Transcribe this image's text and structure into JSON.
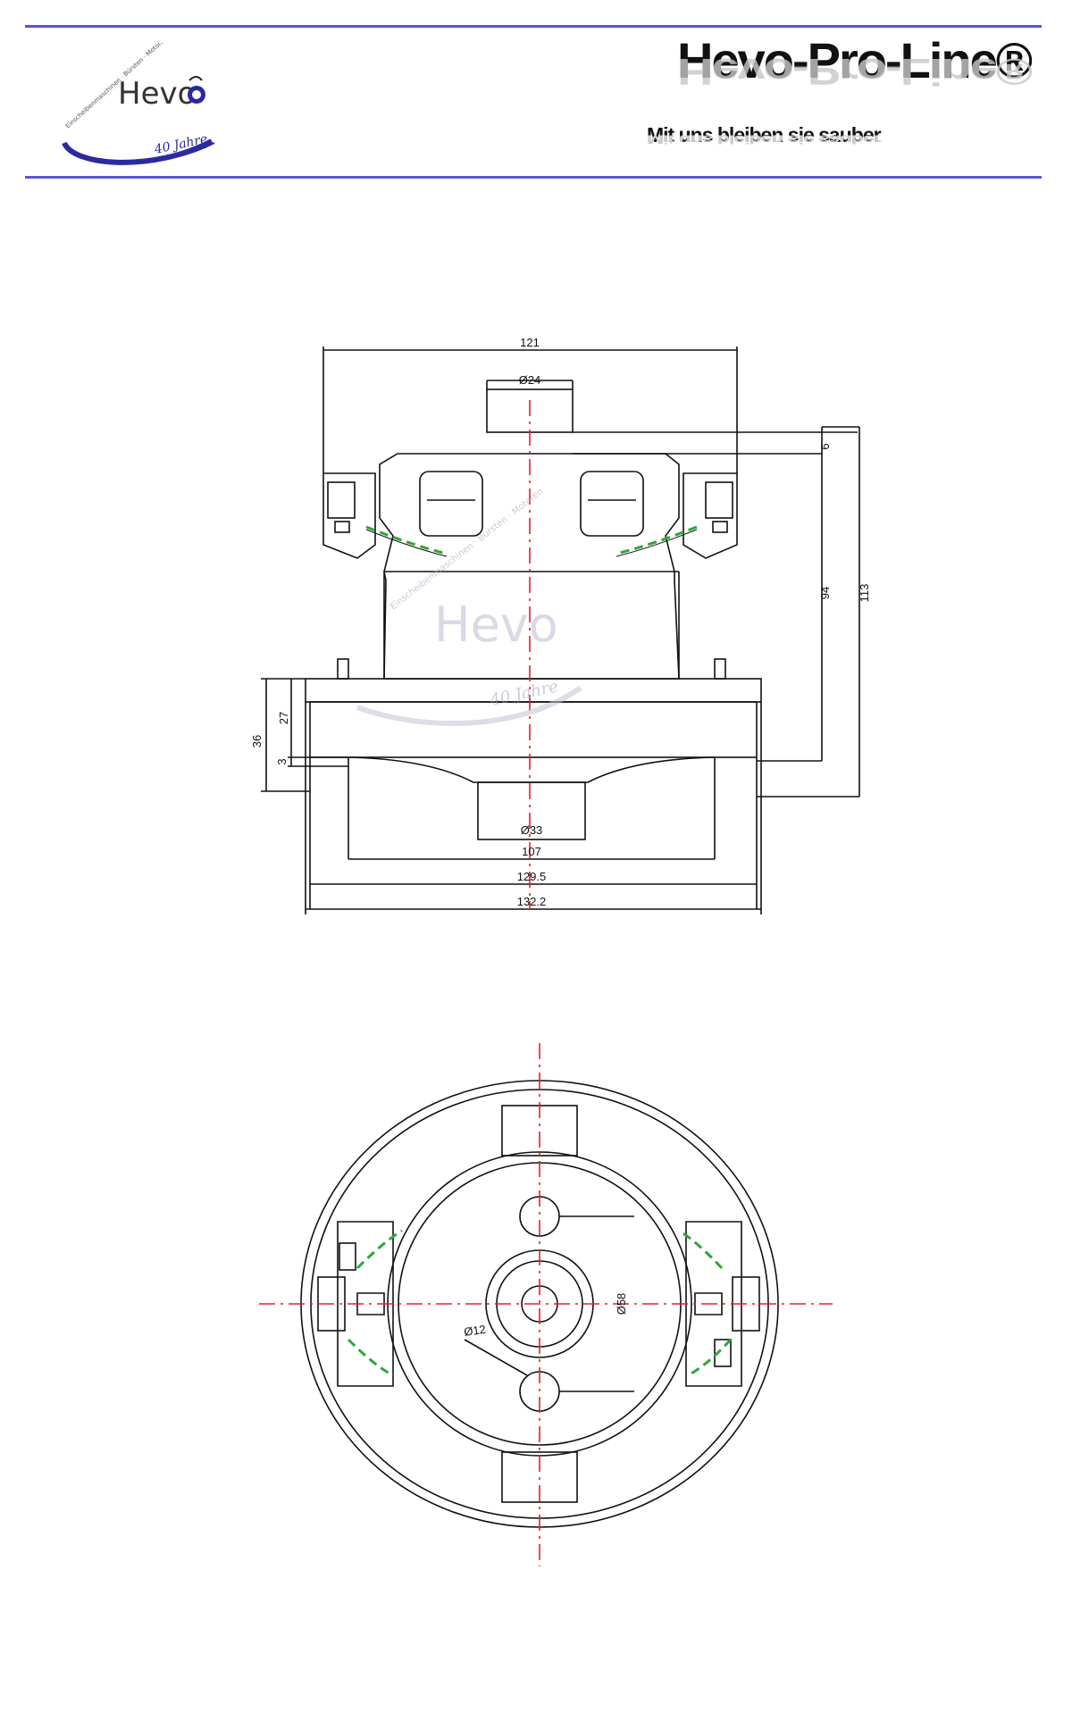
{
  "header": {
    "brand_title": "Hevo-Pro-Line®",
    "slogan": "Mit uns bleiben sie sauber",
    "logo": {
      "name": "Hevo",
      "arc_text": "Einscheibenmaschinen · Bürsten · Motoren",
      "anniversary": "40 Jahre"
    }
  },
  "side_view": {
    "dimensions": {
      "overall_top_width": "121",
      "shaft_diameter": "Ø24",
      "shaft_height": "6",
      "height_to_flange": "94",
      "total_height": "113",
      "fan_height": "27",
      "lower_height": "36",
      "small_gap": "3",
      "inlet_diameter": "Ø33",
      "inner_fan_width": "107",
      "fan_width": "129.5",
      "outer_width": "132.2"
    }
  },
  "bottom_view": {
    "dimensions": {
      "bearing_diameter": "Ø58",
      "hole_diameter": "Ø12"
    }
  },
  "colors": {
    "rule": "#5a55d8",
    "centerline": "#e0202a",
    "line": "#111111",
    "wire": "#2fa63a",
    "watermark": "#c3c3d6"
  }
}
